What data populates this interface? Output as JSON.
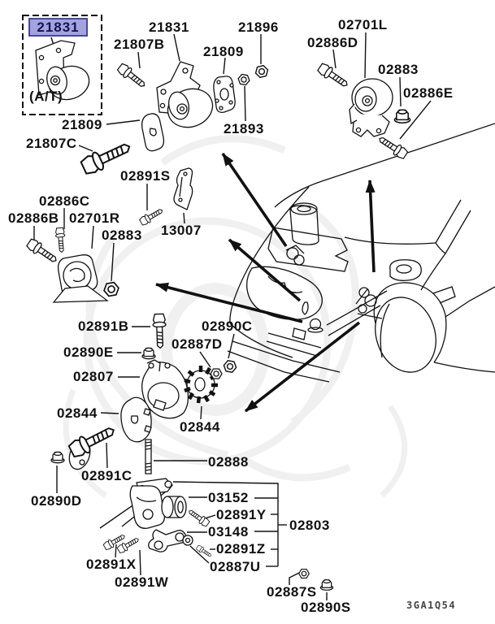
{
  "diagram": {
    "code": "3GA1Q54",
    "selected_part": "21831",
    "highlight_bg": "#a3a3e0",
    "highlight_border": "#4646a2",
    "labels": [
      {
        "text": "21831",
        "role": "selected-at-mount"
      },
      {
        "text": "(A/T)",
        "role": "transmission-note"
      },
      {
        "text": "21831",
        "role": "engine-mount-top"
      },
      {
        "text": "21807B",
        "role": "bolt"
      },
      {
        "text": "21809",
        "role": "plate-top"
      },
      {
        "text": "21896",
        "role": "nut"
      },
      {
        "text": "02701L",
        "role": "engine-mount-right"
      },
      {
        "text": "02886D",
        "role": "bolt"
      },
      {
        "text": "02883",
        "role": "nut-right"
      },
      {
        "text": "02886E",
        "role": "bolt"
      },
      {
        "text": "21893",
        "role": "nut"
      },
      {
        "text": "21809",
        "role": "plate-left"
      },
      {
        "text": "21807C",
        "role": "bolt"
      },
      {
        "text": "02891S",
        "role": "bolt"
      },
      {
        "text": "02886C",
        "role": "bolt"
      },
      {
        "text": "02886B",
        "role": "bolt"
      },
      {
        "text": "02701R",
        "role": "engine-mount-left"
      },
      {
        "text": "02883",
        "role": "nut-left"
      },
      {
        "text": "13007",
        "role": "bracket"
      },
      {
        "text": "02891B",
        "role": "bolt"
      },
      {
        "text": "02890C",
        "role": "nut"
      },
      {
        "text": "02887D",
        "role": "nut"
      },
      {
        "text": "02890E",
        "role": "nut"
      },
      {
        "text": "02807",
        "role": "bracket"
      },
      {
        "text": "02844",
        "role": "plate-left"
      },
      {
        "text": "02844",
        "role": "toothed-plate"
      },
      {
        "text": "02888",
        "role": "stud"
      },
      {
        "text": "02891C",
        "role": "bolt"
      },
      {
        "text": "02890D",
        "role": "nut"
      },
      {
        "text": "03152",
        "role": "roller"
      },
      {
        "text": "02891Y",
        "role": "bolt"
      },
      {
        "text": "03148",
        "role": "lever"
      },
      {
        "text": "02803",
        "role": "assembly"
      },
      {
        "text": "02891Z",
        "role": "bolt"
      },
      {
        "text": "02887U",
        "role": "washer"
      },
      {
        "text": "02891X",
        "role": "bolts"
      },
      {
        "text": "02891W",
        "role": "bolt"
      },
      {
        "text": "02887S",
        "role": "nut"
      },
      {
        "text": "02890S",
        "role": "nut"
      },
      {
        "text": "3GA1Q54",
        "role": "diagram-code"
      }
    ]
  }
}
